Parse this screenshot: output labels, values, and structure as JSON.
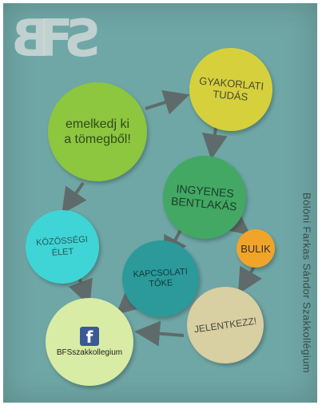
{
  "logo": {
    "text": "BFS"
  },
  "nodes": {
    "emelkedj": "emelkedj ki\na tömegből!",
    "gyakorlati": "GYAKORLATI\nTUDÁS",
    "ingyenes": "INGYENES\nBENTLAKÁS",
    "kozossegi": "KÖZÖSSÉGI\nÉLET",
    "bulik": "BULIK",
    "kapcsolati": "KAPCSOLATI\nTŐKE",
    "jelentkezz": "JELENTKEZZ!",
    "facebook": {
      "icon": "facebook-icon",
      "icon_glyph": "f",
      "label": "BFSszakkollegium"
    }
  },
  "side_text": "Bölöni Farkas Sándor Szakkollégium",
  "colors": {
    "background": "#6fa7a6",
    "arrow": "#5f6b6a",
    "facebook_blue": "#3b5998"
  }
}
